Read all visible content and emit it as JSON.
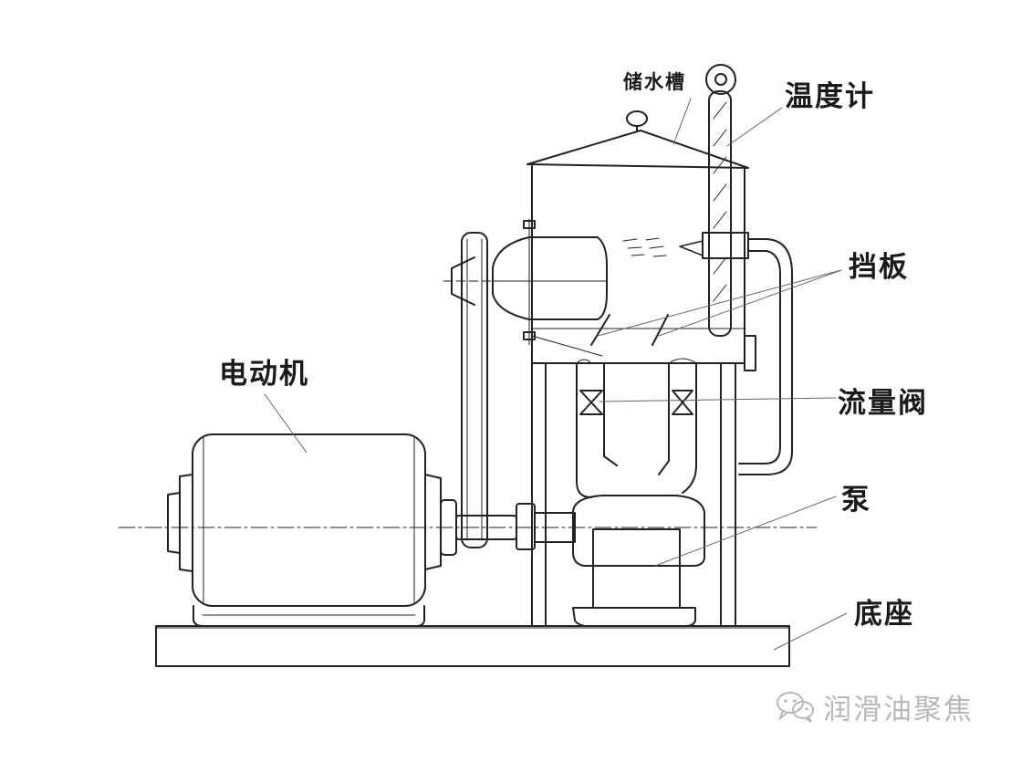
{
  "labels": {
    "water_tank": "储水槽",
    "thermometer": "温度计",
    "baffle": "挡板",
    "flow_valve": "流量阀",
    "pump": "泵",
    "base": "底座",
    "motor": "电动机"
  },
  "watermark": {
    "text": "润滑油聚焦",
    "icon": "wechat-icon"
  },
  "colors": {
    "ink": "#222222",
    "leader": "#666666",
    "watermark": "#b8b8b8"
  }
}
